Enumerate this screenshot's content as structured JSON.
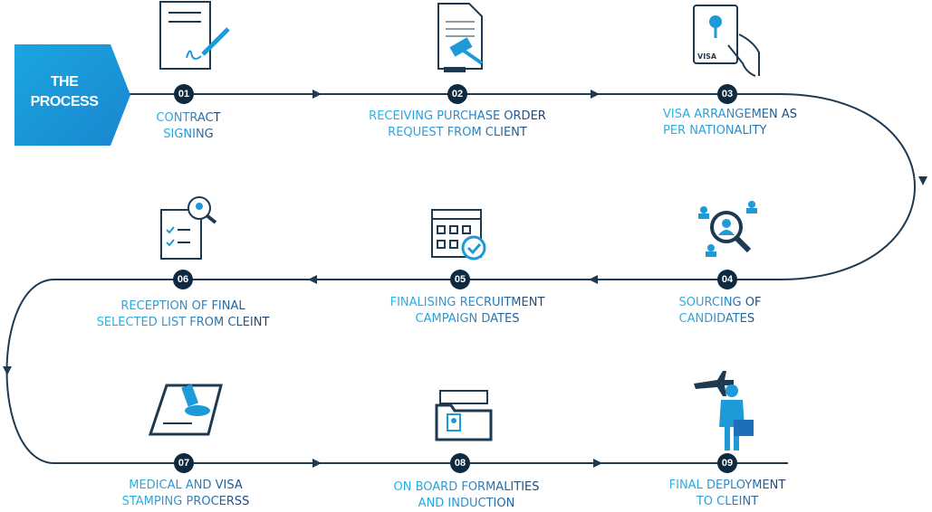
{
  "banner": {
    "line1": "THE",
    "line2": "PROCESS"
  },
  "colors": {
    "line": "#1e3a52",
    "node": "#0f2a40",
    "accent": "#1e9ad8",
    "accent_dark": "#1a5fa8"
  },
  "steps": [
    {
      "number": "01",
      "line1": "CONTRACT",
      "line2": "SIGNING",
      "icon": "contract-sign-icon"
    },
    {
      "number": "02",
      "line1": "RECEIVING PURCHASE ORDER",
      "line2": "REQUEST FROM CLIENT",
      "icon": "document-gavel-icon"
    },
    {
      "number": "03",
      "line1": "VISA ARRANGEMEN AS",
      "line2": "PER NATIONALITY",
      "icon": "visa-card-hand-icon"
    },
    {
      "number": "04",
      "line1": "SOURCING OF",
      "line2": "CANDIDATES",
      "icon": "candidate-search-icon"
    },
    {
      "number": "05",
      "line1": "FINALISING RECRUITMENT",
      "line2": "CAMPAIGN DATES",
      "icon": "calendar-check-icon"
    },
    {
      "number": "06",
      "line1": "RECEPTION OF FINAL",
      "line2": "SELECTED LIST FROM CLEINT",
      "icon": "checklist-search-icon"
    },
    {
      "number": "07",
      "line1": "MEDICAL AND VISA",
      "line2": "STAMPING PROCERSS",
      "icon": "passport-stamp-icon"
    },
    {
      "number": "08",
      "line1": "ON BOARD FORMALITIES",
      "line2": "AND INDUCTION",
      "icon": "folder-documents-icon"
    },
    {
      "number": "09",
      "line1": "FINAL DEPLOYMENT",
      "line2": "TO CLEINT",
      "icon": "traveler-airplane-icon"
    }
  ],
  "visa_text": "VISA"
}
